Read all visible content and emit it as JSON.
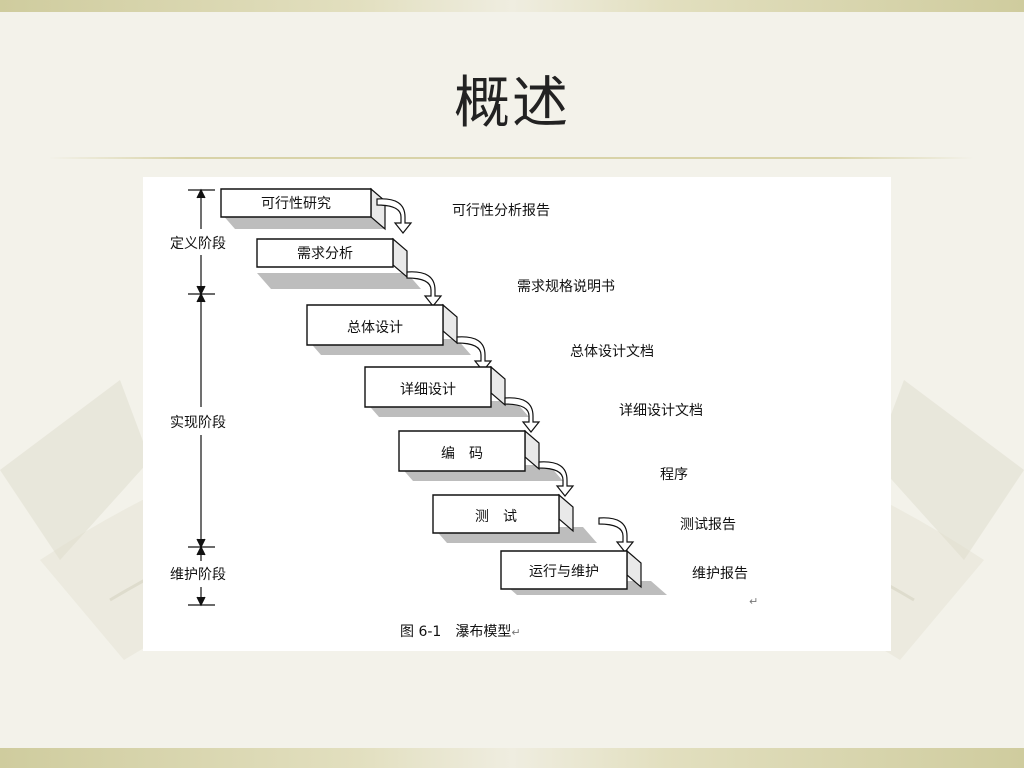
{
  "slide": {
    "title": "概述"
  },
  "diagram": {
    "phases": [
      "定义阶段",
      "实现阶段",
      "维护阶段"
    ],
    "steps": [
      "可行性研究",
      "需求分析",
      "总体设计",
      "详细设计",
      "编　码",
      "测　试",
      "运行与维护"
    ],
    "outputs": [
      "可行性分析报告",
      "需求规格说明书",
      "总体设计文档",
      "详细设计文档",
      "程序",
      "测试报告",
      "维护报告"
    ],
    "caption_number": "图 6-1",
    "caption_text": "瀑布模型",
    "return_mark": "↵"
  }
}
